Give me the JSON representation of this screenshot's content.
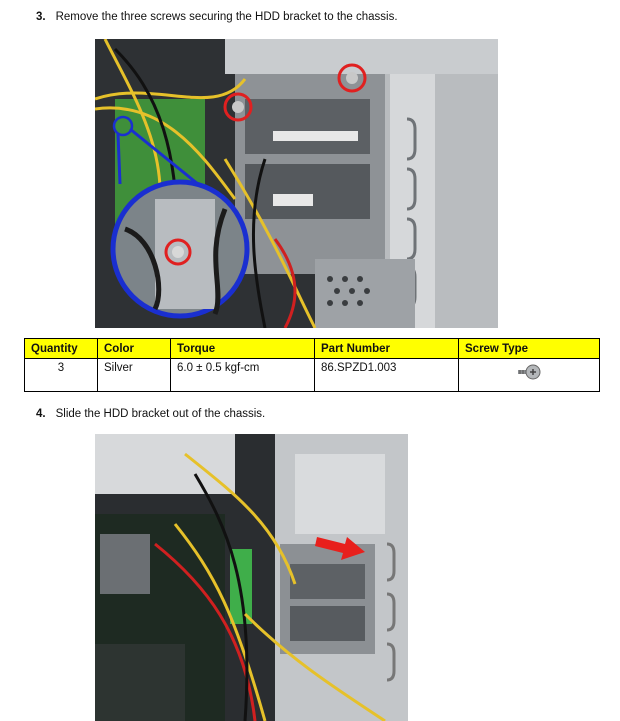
{
  "steps": [
    {
      "number": "3.",
      "text": "Remove the three screws securing the HDD bracket to the chassis."
    },
    {
      "number": "4.",
      "text": "Slide the HDD bracket out of the chassis."
    }
  ],
  "screw_table": {
    "headers": [
      "Quantity",
      "Color",
      "Torque",
      "Part Number",
      "Screw Type"
    ],
    "rows": [
      {
        "quantity": "3",
        "color": "Silver",
        "torque": "6.0 ± 0.5 kgf-cm",
        "part_number": "86.SPZD1.003",
        "screw_type_icon": "screw-icon"
      }
    ]
  },
  "colors": {
    "header_fill": "#ffff00",
    "callout_red": "#e02020",
    "callout_blue": "#1a2fd0",
    "arrow_red": "#e8201c"
  }
}
